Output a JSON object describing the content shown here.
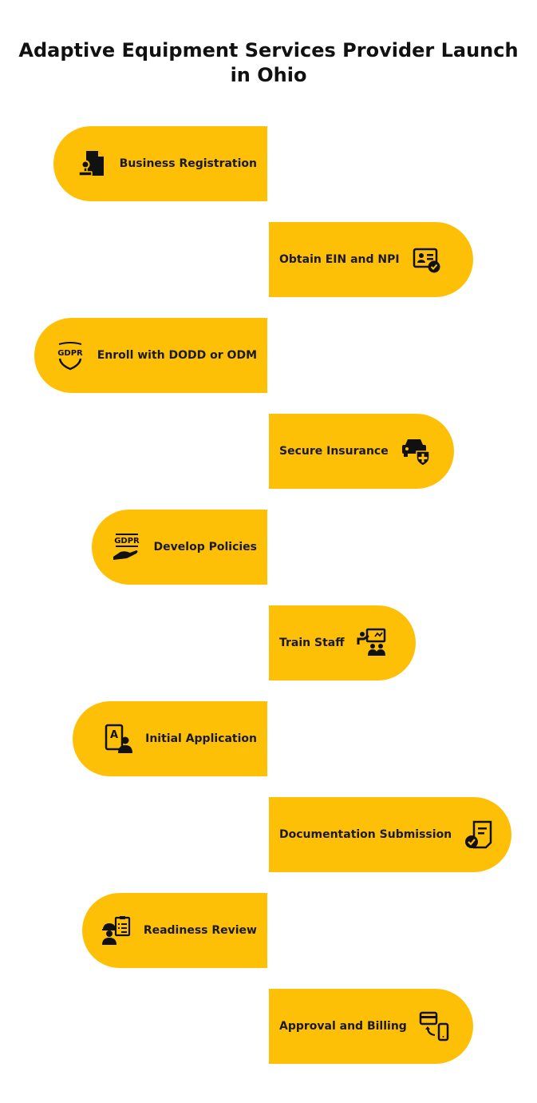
{
  "title": {
    "line1": "Adaptive Equipment Services Provider Launch",
    "line2": "in Ohio"
  },
  "colors": {
    "step_fill": "#FEC007",
    "text": "#1a1a1a",
    "background": "#ffffff"
  },
  "steps": [
    {
      "label": "Business Registration",
      "icon": "business-registration-document-icon",
      "side": "left"
    },
    {
      "label": "Obtain EIN and NPI",
      "icon": "id-card-check-icon",
      "side": "right"
    },
    {
      "label": "Enroll with DODD or ODM",
      "icon": "gdpr-shield-icon",
      "side": "left"
    },
    {
      "label": "Secure Insurance",
      "icon": "car-insurance-icon",
      "side": "right"
    },
    {
      "label": "Develop Policies",
      "icon": "gdpr-hand-icon",
      "side": "left"
    },
    {
      "label": "Train Staff",
      "icon": "presentation-training-icon",
      "side": "right"
    },
    {
      "label": "Initial Application",
      "icon": "application-user-icon",
      "side": "left"
    },
    {
      "label": "Documentation Submission",
      "icon": "document-check-icon",
      "side": "right"
    },
    {
      "label": "Readiness Review",
      "icon": "inspector-clipboard-icon",
      "side": "left"
    },
    {
      "label": "Approval and Billing",
      "icon": "card-payment-phone-icon",
      "side": "right"
    }
  ]
}
